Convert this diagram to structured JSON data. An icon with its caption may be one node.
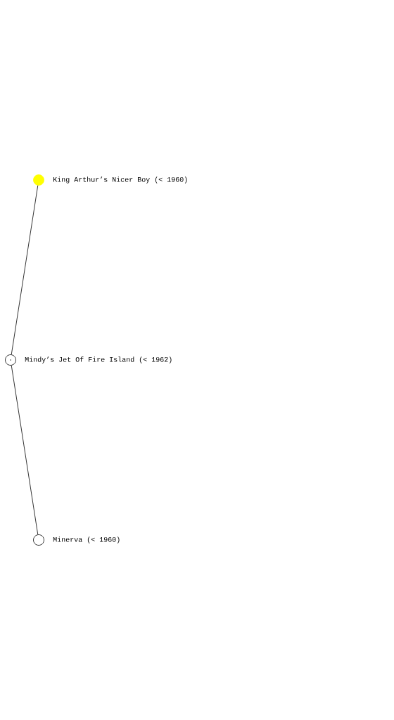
{
  "diagram": {
    "nodes": [
      {
        "text": [],
        "shape": "circle",
        "beside": [
          "King Arthur’s Nicer Boy (< 1960)"
        ]
      },
      {
        "text": [],
        "shape": "circle",
        "beside": [
          "Mindy’s Jet Of Fire Island (< 1962)"
        ]
      },
      {
        "text": [],
        "shape": "circle",
        "beside": [
          "Minerva (< 1960)"
        ]
      }
    ],
    "edges": [
      {
        "from": 1,
        "to": 0,
        "arrow": "none"
      },
      {
        "from": 1,
        "to": 2,
        "arrow": "none"
      }
    ]
  }
}
